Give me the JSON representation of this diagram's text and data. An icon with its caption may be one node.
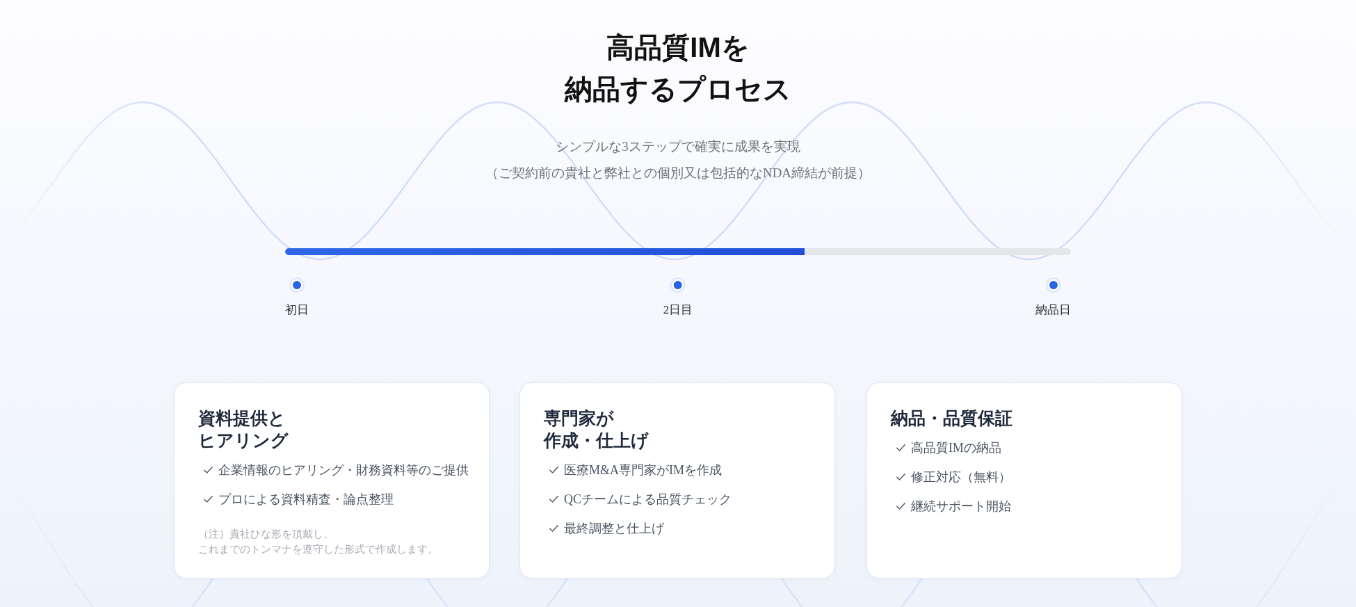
{
  "diagram": {
    "title": "高品質IMを納品するプロセス",
    "nodes": [
      {
        "text": [
          "資料提供とヒアリング",
          "企業情報のヒアリング・財務資料等のご提供",
          "プロによる資料精査・論点整理",
          "（注）貴社ひな形を頂戴し、これまでのトンマナを遵守した形式で作成します。"
        ]
      },
      {
        "text": [
          "専門家が作成・仕上げ",
          "医療M&A専門家がIMを作成",
          "QCチームによる品質チェック",
          "最終調整と仕上げ"
        ]
      },
      {
        "text": [
          "納品・品質保証",
          "高品質IMの納品",
          "修正対応（無料）",
          "継続サポート開始"
        ]
      }
    ],
    "labels": [
      "シンプルな3ステップで確実に成果を実現",
      "（ご契約前の貴社と弊社との個別又は包括的なNDA締結が前提）",
      "初日",
      "2日目",
      "納品日"
    ]
  }
}
